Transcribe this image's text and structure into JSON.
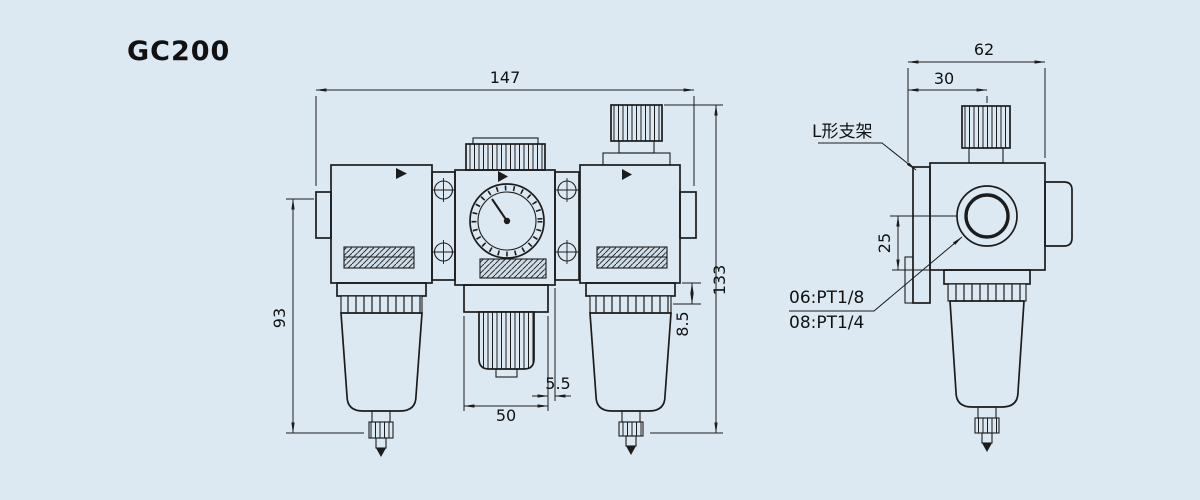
{
  "title": "GC200",
  "colors": {
    "background": "#dde9f2",
    "line": "#1c1c1c"
  },
  "front_view": {
    "dims": {
      "overall_width": "147",
      "filter_height": "93",
      "overall_height": "133",
      "port_offset": "8.5",
      "knob_width": "50",
      "knob_offset": "5.5"
    }
  },
  "side_view": {
    "dims": {
      "overall_depth": "62",
      "front_to_center": "30",
      "center_to_base": "25"
    },
    "labels": {
      "bracket": "L形支架",
      "port_option_06": "06:PT1/8",
      "port_option_08": "08:PT1/4"
    }
  }
}
